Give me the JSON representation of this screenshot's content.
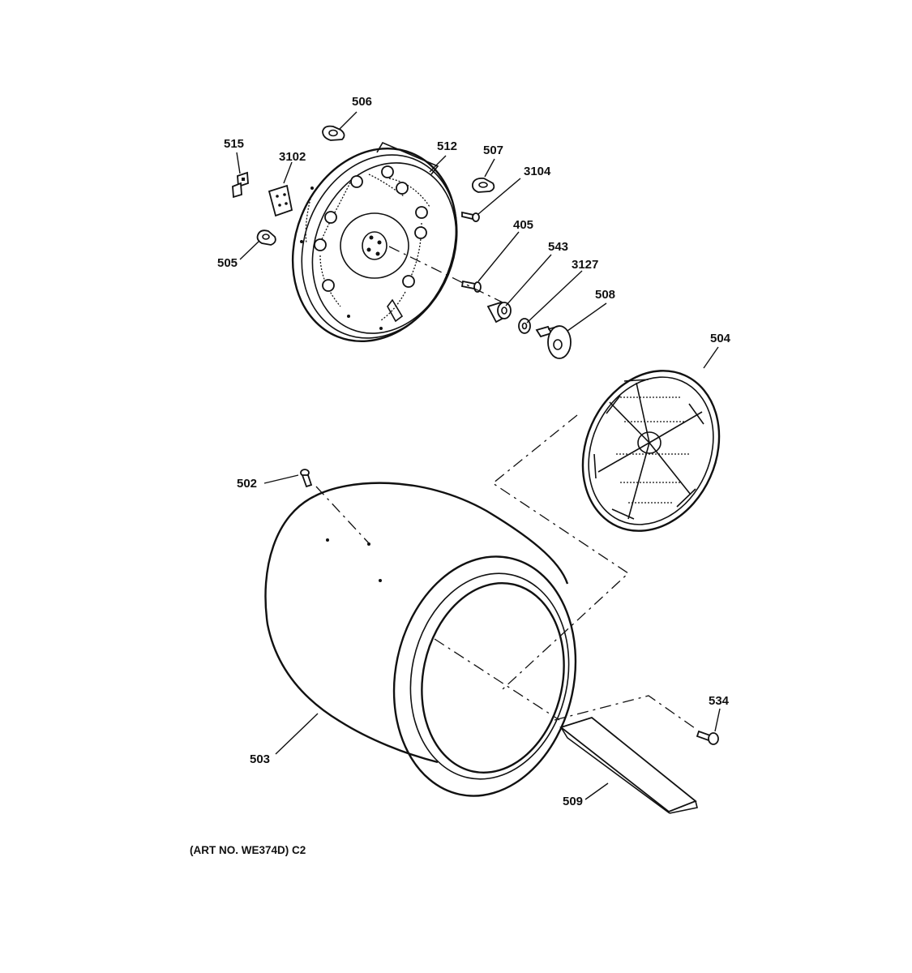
{
  "diagram": {
    "caption": "(ART NO. WE374D) C2",
    "callouts": {
      "p506": "506",
      "p515": "515",
      "p3102": "3102",
      "p512": "512",
      "p507": "507",
      "p3104": "3104",
      "p505": "505",
      "p405": "405",
      "p543": "543",
      "p3127": "3127",
      "p508": "508",
      "p504": "504",
      "p502": "502",
      "p503": "503",
      "p534": "534",
      "p509": "509"
    }
  }
}
